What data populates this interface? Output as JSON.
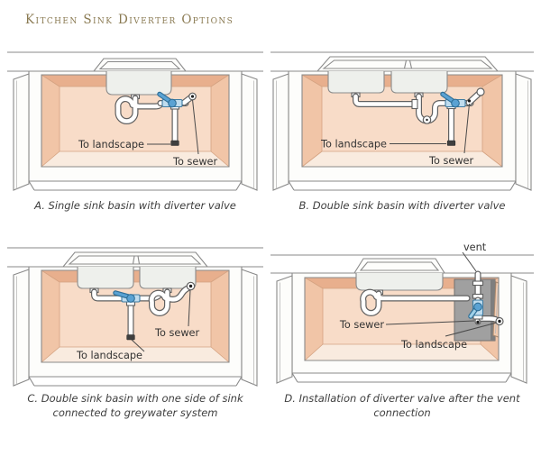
{
  "title": "Kitchen Sink Diverter Options",
  "panels": [
    {
      "id": "A",
      "caption": "A. Single sink basin with diverter valve",
      "labels": {
        "landscape": "To landscape",
        "sewer": "To sewer"
      }
    },
    {
      "id": "B",
      "caption": "B. Double sink basin with diverter valve",
      "labels": {
        "landscape": "To landscape",
        "sewer": "To sewer"
      }
    },
    {
      "id": "C",
      "caption": "C. Double sink basin with one side of sink connected to greywater system",
      "labels": {
        "landscape": "To landscape",
        "sewer": "To sewer"
      }
    },
    {
      "id": "D",
      "caption": "D. Installation of diverter valve after the vent connection",
      "labels": {
        "vent": "vent",
        "sewer": "To sewer",
        "landscape": "To landscape"
      }
    }
  ],
  "colors": {
    "title_text": "#8a7a52",
    "label_text": "#333333",
    "caption_text": "#3e3e3e",
    "valve_blue": "#5aa2d3",
    "valve_blue_light": "#bfdcee",
    "cabinet_back_wall": "#f8dcc8",
    "cabinet_side_wall": "#f1c5a7",
    "cabinet_ceiling": "#e8af8d",
    "cabinet_floor": "#f9ebdf",
    "pipe_outline": "#606060",
    "cutout_gray": "#a0a0a0"
  }
}
